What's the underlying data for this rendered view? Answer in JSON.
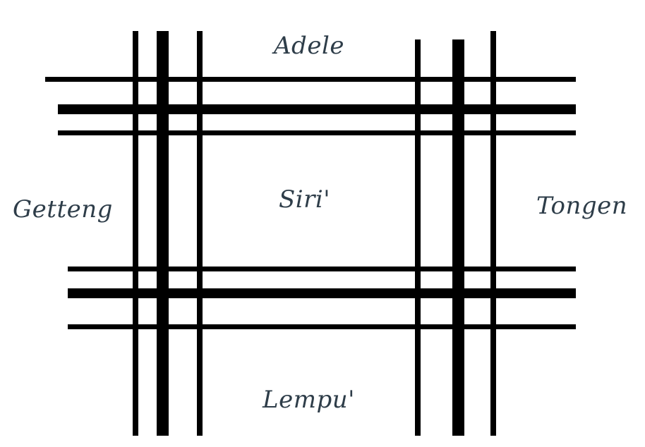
{
  "labels": {
    "top": "Adele",
    "left": "Getteng",
    "center": "Siri'",
    "right": "Tongen",
    "bottom": "Lempu'"
  },
  "colors": {
    "line": "#000000",
    "text": "#2e3d49",
    "background": "#ffffff"
  }
}
